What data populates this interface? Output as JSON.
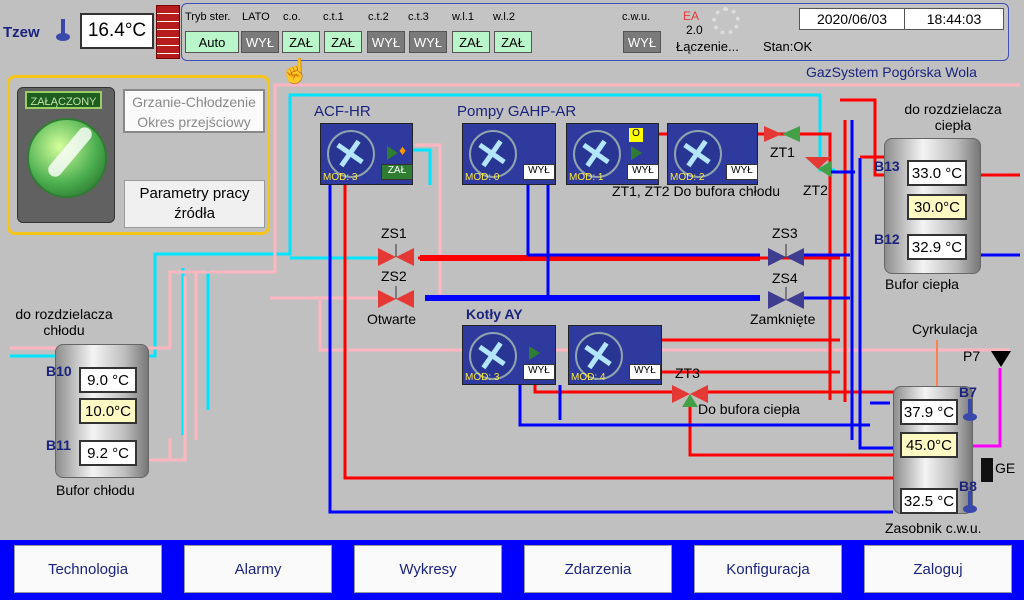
{
  "header": {
    "tzew_label": "Tzew",
    "tzew_value": "16.4°C",
    "mode_titles": [
      "Tryb ster.",
      "LATO",
      "c.o.",
      "c.t.1",
      "c.t.2",
      "c.t.3",
      "w.l.1",
      "w.l.2",
      "c.w.u."
    ],
    "mode_buttons": [
      "Auto",
      "WYŁ",
      "ZAŁ",
      "ZAŁ",
      "WYŁ",
      "WYŁ",
      "ZAŁ",
      "ZAŁ",
      "WYŁ"
    ],
    "ea_label": "EA",
    "ea_version": "2.0",
    "connection_status": "Łączenie...",
    "state": "Stan:OK",
    "date": "2020/06/03",
    "time": "18:44:03",
    "site_name": "GazSystem Pogórska Wola"
  },
  "source_panel": {
    "switch_state": "ZAŁĄCZONY",
    "mode_line1": "Grzanie-Chłodzenie",
    "mode_line2": "Okres przejściowy",
    "params_line1": "Parametry pracy",
    "params_line2": "źródła"
  },
  "devices": {
    "acf_title": "ACF-HR",
    "gahp_title": "Pompy GAHP-AR",
    "kotly_title": "Kotły AY",
    "acf": {
      "mod": "MOD: 3",
      "state": "ZAŁ"
    },
    "gahp": [
      {
        "mod": "MOD: 0",
        "state": "WYŁ"
      },
      {
        "mod": "MOD: 1",
        "state": "WYŁ",
        "flag": "O"
      },
      {
        "mod": "MOD: 2",
        "state": "WYŁ"
      }
    ],
    "kotly": [
      {
        "mod": "MOD: 3",
        "state": "WYŁ"
      },
      {
        "mod": "MOD: 4",
        "state": "WYŁ"
      }
    ]
  },
  "valves": {
    "zt1": "ZT1",
    "zt2": "ZT2",
    "zt3": "ZT3",
    "zs1": "ZS1",
    "zs2": "ZS2",
    "zs3": "ZS3",
    "zs4": "ZS4",
    "zt12_note": "ZT1, ZT2 Do bufora chłodu",
    "zt3_note": "Do bufora ciepła",
    "zs_open": "Otwarte",
    "zs_closed": "Zamknięte"
  },
  "cold_buffer": {
    "dest": "do rozdzielacza chłodu",
    "dest_line1": "do rozdzielacza",
    "dest_line2": "chłodu",
    "b10": "B10",
    "b11": "B11",
    "v_top": "9.0 °C",
    "v_mid": "10.0°C",
    "v_bot": "9.2 °C",
    "name": "Bufor chłodu"
  },
  "heat_buffer": {
    "dest_line1": "do rozdzielacza",
    "dest_line2": "ciepła",
    "b13": "B13",
    "b12": "B12",
    "v_top": "33.0 °C",
    "v_mid": "30.0°C",
    "v_bot": "32.9 °C",
    "name": "Bufor ciepła"
  },
  "dhw": {
    "circulation": "Cyrkulacja",
    "p7": "P7",
    "b7": "B7",
    "b8": "B8",
    "ge": "GE",
    "v_top": "37.9 °C",
    "v_mid": "45.0°C",
    "v_bot": "32.5 °C",
    "name": "Zasobnik c.w.u."
  },
  "nav": [
    "Technologia",
    "Alarmy",
    "Wykresy",
    "Zdarzenia",
    "Konfiguracja",
    "Zaloguj"
  ],
  "colors": {
    "hot": "#ff0000",
    "cold": "#0000ff",
    "cyan": "#00e5ff",
    "pink": "#ffb6c1",
    "nav_bar": "#0000ff"
  }
}
